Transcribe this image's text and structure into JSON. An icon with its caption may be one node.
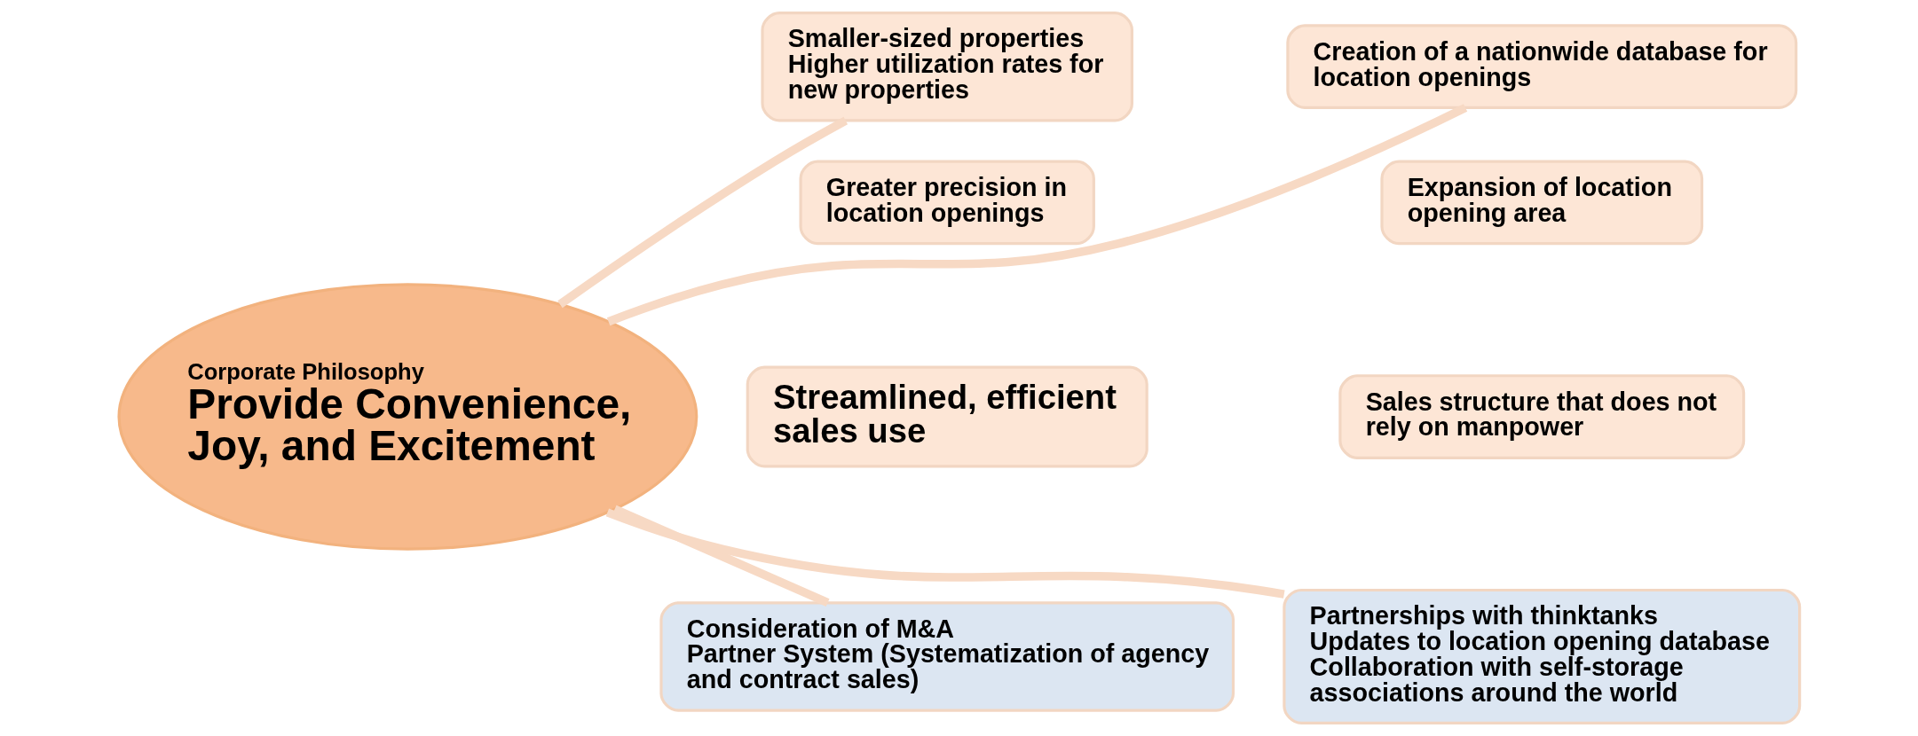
{
  "diagram": {
    "nodes": [
      {
        "text": [
          "Corporate Philosophy",
          "Provide Convenience, Joy, and Excitement"
        ]
      },
      {
        "text": [
          "Smaller-sized properties",
          "Higher utilization rates for new properties"
        ]
      },
      {
        "text": [
          "Greater precision in location openings"
        ]
      },
      {
        "text": [
          "Streamlined, efficient sales use"
        ]
      },
      {
        "text": [
          "Creation of a nationwide database for location openings"
        ]
      },
      {
        "text": [
          "Expansion of location opening area"
        ]
      },
      {
        "text": [
          "Sales structure that does not rely on manpower"
        ]
      },
      {
        "text": [
          "Consideration of M&A",
          "Partner System (Systematization of agency and contract sales)"
        ]
      },
      {
        "text": [
          "Partnerships with thinktanks",
          "Updates to location opening database",
          "Collaboration with self-storage associations around the world"
        ]
      }
    ],
    "edges": [
      {
        "from": 0,
        "to": 1,
        "arrow": "none"
      },
      {
        "from": 0,
        "to": 4,
        "arrow": "none"
      },
      {
        "from": 0,
        "to": 7,
        "arrow": "none"
      },
      {
        "from": 0,
        "to": 8,
        "arrow": "none"
      }
    ]
  }
}
